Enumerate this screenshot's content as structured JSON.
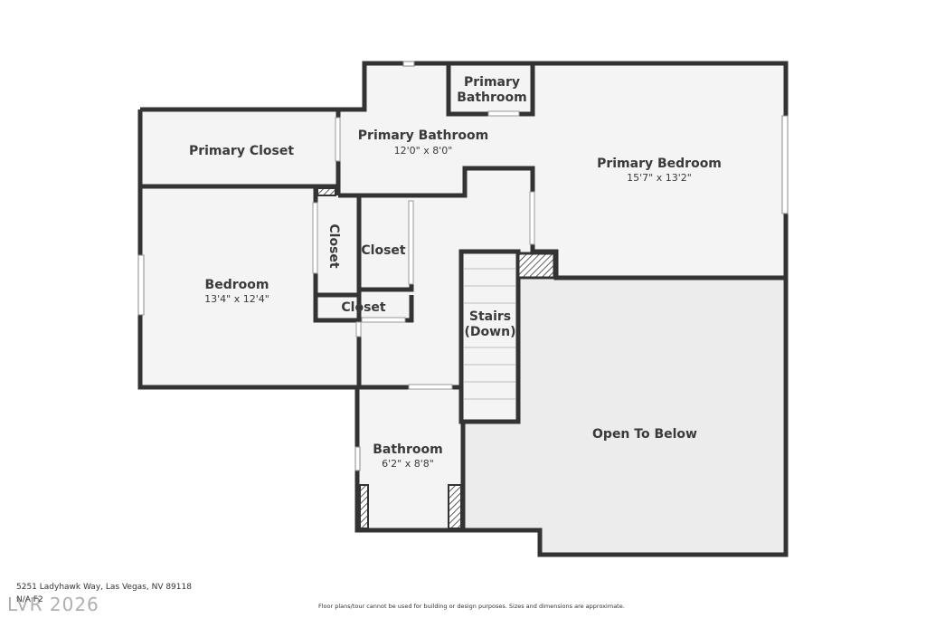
{
  "rooms": {
    "primary_bathroom_small": {
      "name": "Primary Bathroom"
    },
    "primary_bathroom": {
      "name": "Primary Bathroom",
      "dim": "12'0\" x 8'0\""
    },
    "primary_closet": {
      "name": "Primary Closet"
    },
    "primary_bedroom": {
      "name": "Primary Bedroom",
      "dim": "15'7\" x 13'2\""
    },
    "bedroom": {
      "name": "Bedroom",
      "dim": "13'4\" x 12'4\""
    },
    "closet_vertical": {
      "name": "Closet"
    },
    "closet_middle": {
      "name": "Closet"
    },
    "closet_lower": {
      "name": "Closet"
    },
    "stairs": {
      "name_line1": "Stairs",
      "name_line2": "(Down)"
    },
    "bathroom": {
      "name": "Bathroom",
      "dim": "6'2\" x 8'8\""
    },
    "open_to_below": {
      "name": "Open To Below"
    }
  },
  "footer": {
    "address": "5251 Ladyhawk Way, Las Vegas, NV 89118",
    "address_line2": "N/A F2",
    "watermark": "LVR 2026",
    "disclaimer": "Floor plans/tour cannot be used for building or design purposes. Sizes and dimensions are approximate."
  },
  "colors": {
    "wall": "#333333",
    "floor": "#f4f4f4",
    "open_to_below": "#ececec",
    "window": "#ffffff"
  }
}
